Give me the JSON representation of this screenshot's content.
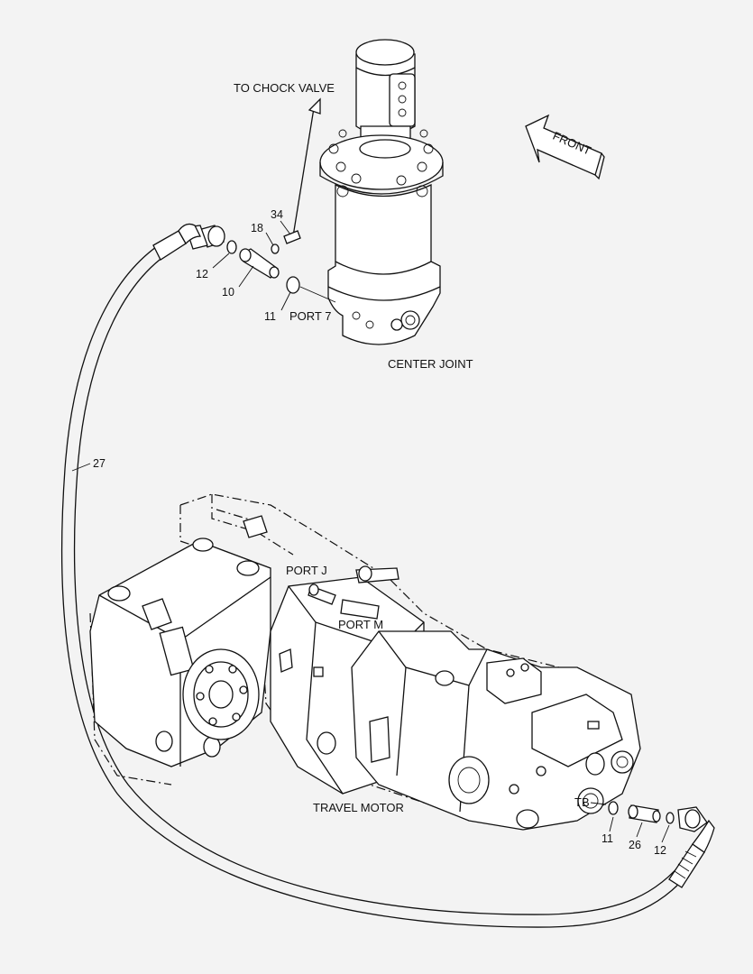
{
  "labels": {
    "to_chock_valve": "TO CHOCK VALVE",
    "front": "FRONT",
    "center_joint": "CENTER JOINT",
    "port_7": "PORT 7",
    "port_j": "PORT J",
    "port_m": "PORT M",
    "travel_motor": "TRAVEL MOTOR",
    "tb": "TB"
  },
  "callouts": {
    "c34": "34",
    "c18": "18",
    "c12_top": "12",
    "c10": "10",
    "c11_top": "11",
    "c27": "27",
    "c11_bottom": "11",
    "c26": "26",
    "c12_bottom": "12"
  }
}
